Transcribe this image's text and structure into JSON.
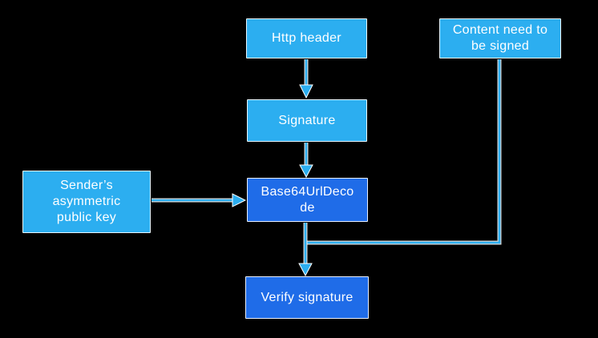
{
  "diagram": {
    "description": "Flowchart of verifying a signed HTTP request",
    "colors": {
      "box_light": "#2caef0",
      "box_dark": "#1f6ce8",
      "connector": "#2caef0",
      "text": "#ffffff",
      "background": "#000000",
      "outline": "#ffffff"
    },
    "nodes": {
      "http_header": {
        "label": "Http header",
        "variant": "light"
      },
      "content": {
        "label": "Content need to be signed",
        "lines": [
          "Content need to",
          "be signed"
        ],
        "variant": "light"
      },
      "signature": {
        "label": "Signature",
        "variant": "light"
      },
      "sender": {
        "label": "Sender’s asymmetric public key",
        "lines": [
          "Sender’s",
          "asymmetric",
          "public key"
        ],
        "variant": "light"
      },
      "base64": {
        "label": "Base64UrlDecode",
        "lines": [
          "Base64UrlDeco",
          "de"
        ],
        "variant": "dark"
      },
      "verify": {
        "label": "Verify signature",
        "variant": "dark"
      }
    },
    "edges": [
      {
        "from": "http_header",
        "to": "signature",
        "style": "arrow-down"
      },
      {
        "from": "signature",
        "to": "base64",
        "style": "arrow-down"
      },
      {
        "from": "sender",
        "to": "base64",
        "style": "arrow-right"
      },
      {
        "from": "base64",
        "to": "verify",
        "style": "arrow-down"
      },
      {
        "from": "content",
        "to": "verify",
        "style": "elbow-down-left-joins-vertical"
      }
    ]
  }
}
